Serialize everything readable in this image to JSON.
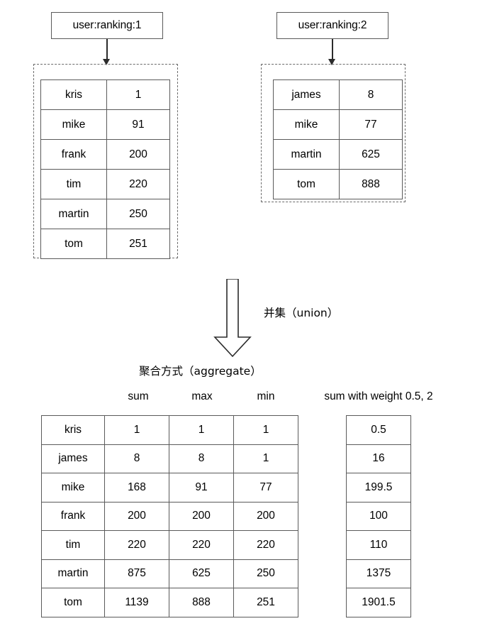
{
  "diagram": {
    "title_boxes": [
      {
        "label": "user:ranking:1"
      },
      {
        "label": "user:ranking:2"
      }
    ],
    "source_tables": [
      {
        "name": "user-ranking-1",
        "rows": [
          {
            "user": "kris",
            "score": "1"
          },
          {
            "user": "mike",
            "score": "91"
          },
          {
            "user": "frank",
            "score": "200"
          },
          {
            "user": "tim",
            "score": "220"
          },
          {
            "user": "martin",
            "score": "250"
          },
          {
            "user": "tom",
            "score": "251"
          }
        ]
      },
      {
        "name": "user-ranking-2",
        "rows": [
          {
            "user": "james",
            "score": "8"
          },
          {
            "user": "mike",
            "score": "77"
          },
          {
            "user": "martin",
            "score": "625"
          },
          {
            "user": "tom",
            "score": "888"
          }
        ]
      }
    ],
    "union_label": "并集（union）",
    "aggregate_label": "聚合方式（aggregate）",
    "column_headers": {
      "sum": "sum",
      "max": "max",
      "min": "min",
      "weighted": "sum with weight 0.5, 2"
    },
    "result_table": {
      "rows": [
        {
          "user": "kris",
          "sum": "1",
          "max": "1",
          "min": "1",
          "weighted": "0.5"
        },
        {
          "user": "james",
          "sum": "8",
          "max": "8",
          "min": "1",
          "weighted": "16"
        },
        {
          "user": "mike",
          "sum": "168",
          "max": "91",
          "min": "77",
          "weighted": "199.5"
        },
        {
          "user": "frank",
          "sum": "200",
          "max": "200",
          "min": "200",
          "weighted": "100"
        },
        {
          "user": "tim",
          "sum": "220",
          "max": "220",
          "min": "220",
          "weighted": "110"
        },
        {
          "user": "martin",
          "sum": "875",
          "max": "625",
          "min": "250",
          "weighted": "1375"
        },
        {
          "user": "tom",
          "sum": "1139",
          "max": "888",
          "min": "251",
          "weighted": "1901.5"
        }
      ]
    },
    "colors": {
      "line": "#5a5a5a",
      "dashed": "#6b6b6b",
      "arrow": "#2b2b2b",
      "text": "#000000",
      "background": "#ffffff"
    }
  }
}
